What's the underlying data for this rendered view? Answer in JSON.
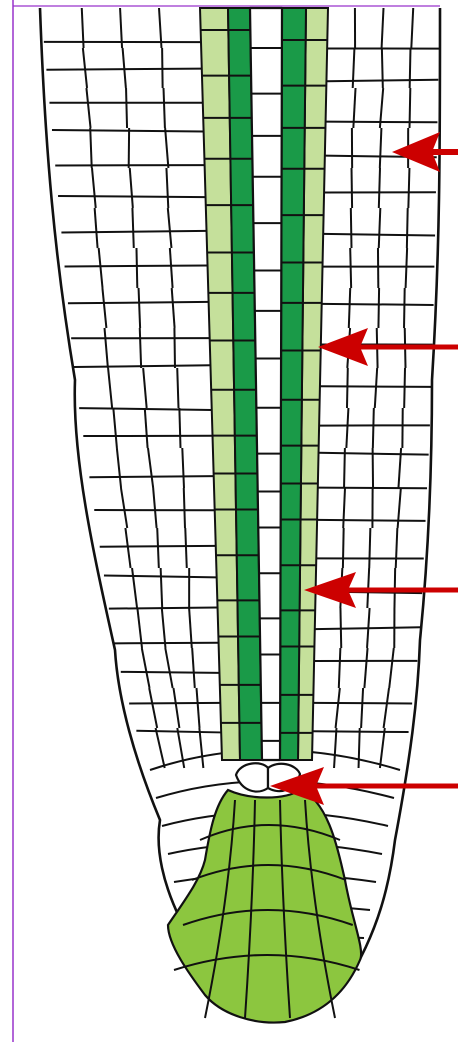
{
  "diagram": {
    "colors": {
      "background": "#ffffff",
      "cell_wall": "#111111",
      "endodermis": "#1a9a48",
      "pericycle": "#c5e09b",
      "root_cap": "#8cc63f",
      "arrow": "#cc0000",
      "frame": "#9933cc"
    },
    "arrows": [
      {
        "target": "cortex-cell"
      },
      {
        "target": "pericycle-cell-file"
      },
      {
        "target": "endodermis-cell-file"
      },
      {
        "target": "quiescent-center"
      }
    ]
  }
}
